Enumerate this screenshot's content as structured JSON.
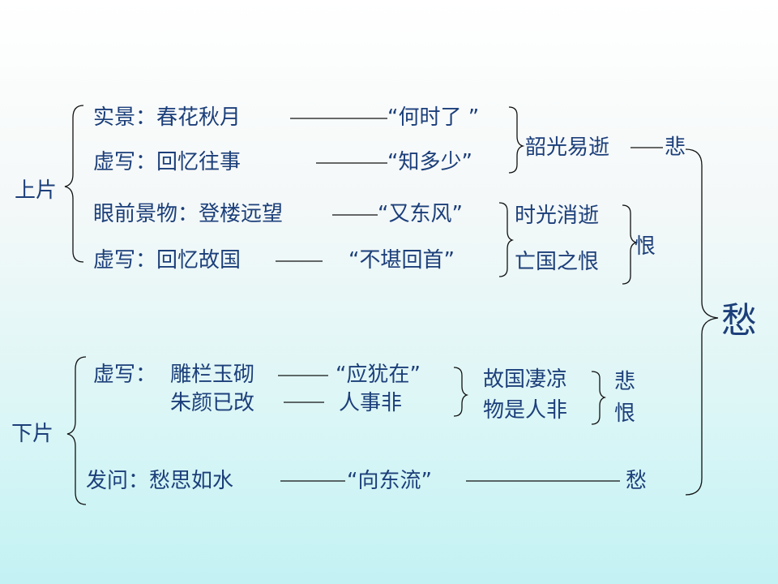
{
  "top": {
    "label": "上片",
    "rows": [
      {
        "label": "实景：春花秋月",
        "quote": "“何时了 ”"
      },
      {
        "label": "虚写：回忆往事",
        "quote": "“知多少”"
      },
      {
        "label": "眼前景物：登楼远望",
        "quote": "“又东风”"
      },
      {
        "label": "虚写：回忆故国",
        "quote": "“不堪回首”"
      }
    ],
    "group1_result": "韶光易逝",
    "group1_emotion": "悲",
    "group2_items": [
      "时光消逝",
      "亡国之恨"
    ],
    "group2_emotion": "恨"
  },
  "bottom": {
    "label": "下片",
    "row1": {
      "prefix": "虚写：",
      "line1": "雕栏玉砌",
      "quote1": "“应犹在”",
      "line2": "朱颜已改",
      "quote2": "人事非"
    },
    "row1_results": [
      "故国凄凉",
      "物是人非"
    ],
    "row1_emotions": [
      "悲",
      "恨"
    ],
    "row2": {
      "label": "发问：愁思如水",
      "quote": "“向东流”",
      "emotion": "愁"
    }
  },
  "summary": "愁"
}
